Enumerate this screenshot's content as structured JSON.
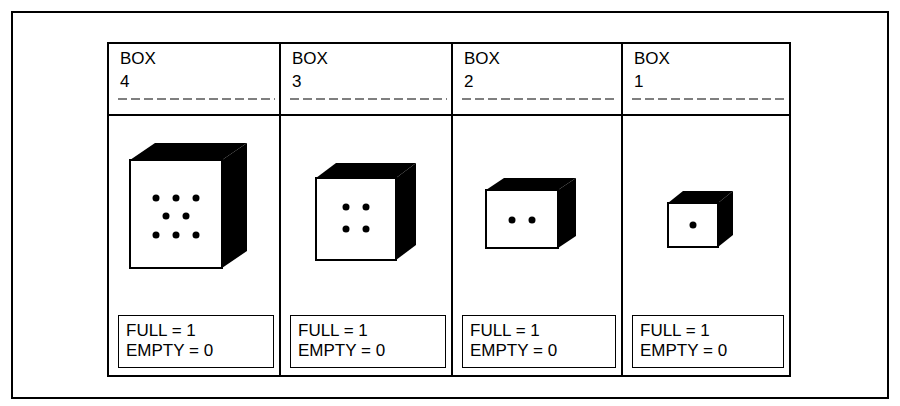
{
  "diagram": {
    "nodes": [
      {
        "text": [
          "BOX",
          "4"
        ]
      },
      {
        "text": [
          "BOX",
          "3"
        ]
      },
      {
        "text": [
          "BOX",
          "2"
        ]
      },
      {
        "text": [
          "BOX",
          "1"
        ]
      },
      {
        "text": [
          "FULL = 1",
          "EMPTY = 0"
        ]
      },
      {
        "text": [
          "FULL = 1",
          "EMPTY = 0"
        ]
      },
      {
        "text": [
          "FULL = 1",
          "EMPTY = 0"
        ]
      },
      {
        "text": [
          "FULL = 1",
          "EMPTY = 0"
        ]
      }
    ]
  }
}
